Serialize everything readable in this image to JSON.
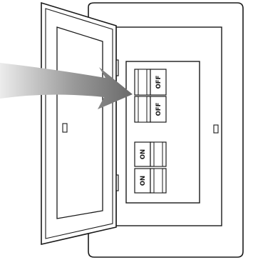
{
  "breakers": {
    "top_1": "OFF",
    "top_2": "OFF",
    "bottom_1": "ON",
    "bottom_2": "ON"
  },
  "colors": {
    "line": "#1a1a1a",
    "arrow_light": "#e9e9e9",
    "arrow_dark": "#6f6f6f"
  }
}
